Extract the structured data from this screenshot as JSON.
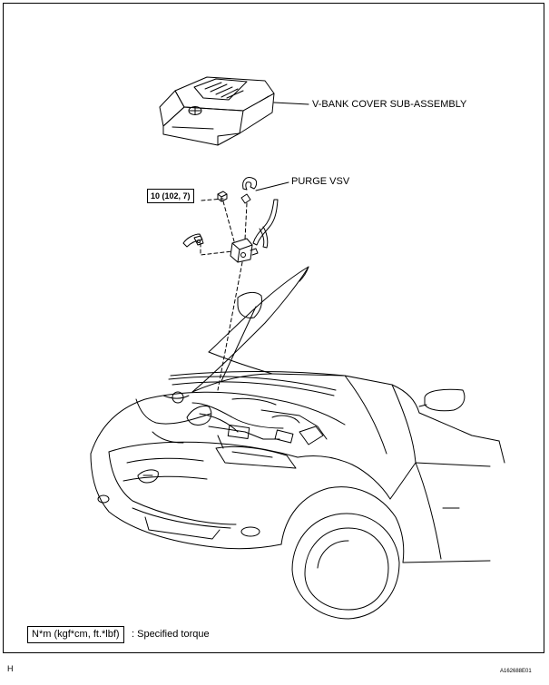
{
  "callouts": {
    "v_bank_cover": "V-BANK COVER SUB-ASSEMBLY",
    "purge_vsv": "PURGE VSV"
  },
  "torque": {
    "bolt": "10 (102, 7)"
  },
  "legend": {
    "unit_label": "N*m (kgf*cm, ft.*lbf)",
    "description": ": Specified torque"
  },
  "footer": {
    "corner_letter": "H",
    "figure_code": "A162688E01"
  }
}
